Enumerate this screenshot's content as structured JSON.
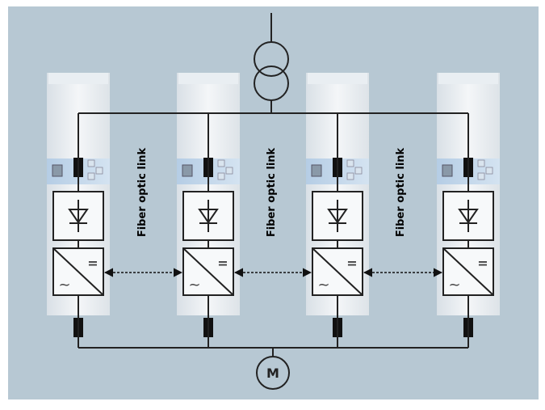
{
  "link_label": "Fiber optic link",
  "motor_label": "M",
  "inverter_symbols": {
    "dc": "=",
    "ac": "~"
  },
  "module_count": 4,
  "colors": {
    "background": "#b7c8d3",
    "frame": "#ffffff",
    "cabinet": "#eef2f5",
    "panel": "#c4d8eb",
    "line": "#222222",
    "fuse": "#111111"
  }
}
